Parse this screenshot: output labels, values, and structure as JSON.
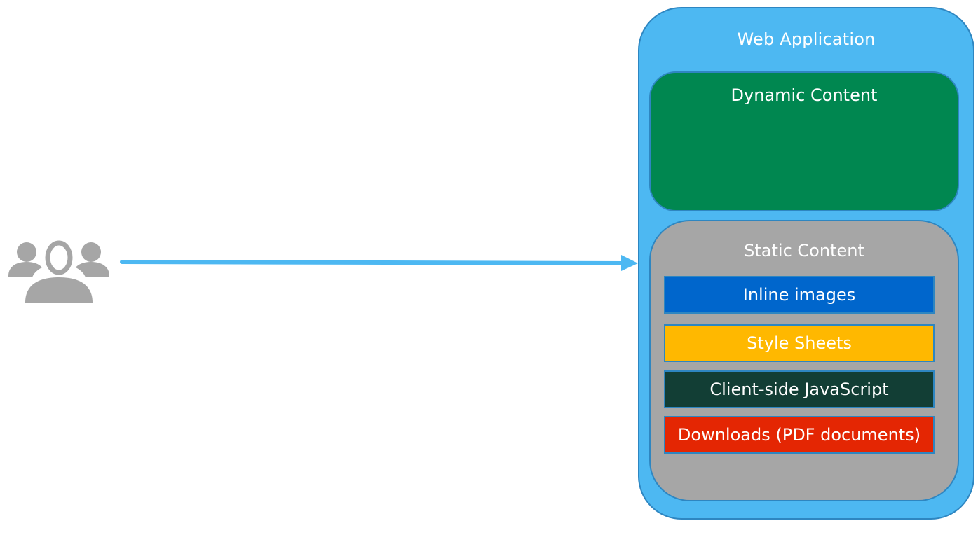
{
  "users": {
    "icon": "users-group-icon",
    "color": "#a6a6a6"
  },
  "arrow": {
    "color": "#4db8f2"
  },
  "web_app": {
    "title": "Web Application",
    "color": "#4db8f2",
    "dynamic": {
      "title": "Dynamic Content",
      "color": "#008750"
    },
    "static": {
      "title": "Static Content",
      "color": "#a6a6a6",
      "items": [
        {
          "label": "Inline images",
          "color": "#0066cc"
        },
        {
          "label": "Style Sheets",
          "color": "#ffb800"
        },
        {
          "label": "Client-side JavaScript",
          "color": "#123e35"
        },
        {
          "label": "Downloads (PDF documents)",
          "color": "#e42603"
        }
      ]
    }
  }
}
